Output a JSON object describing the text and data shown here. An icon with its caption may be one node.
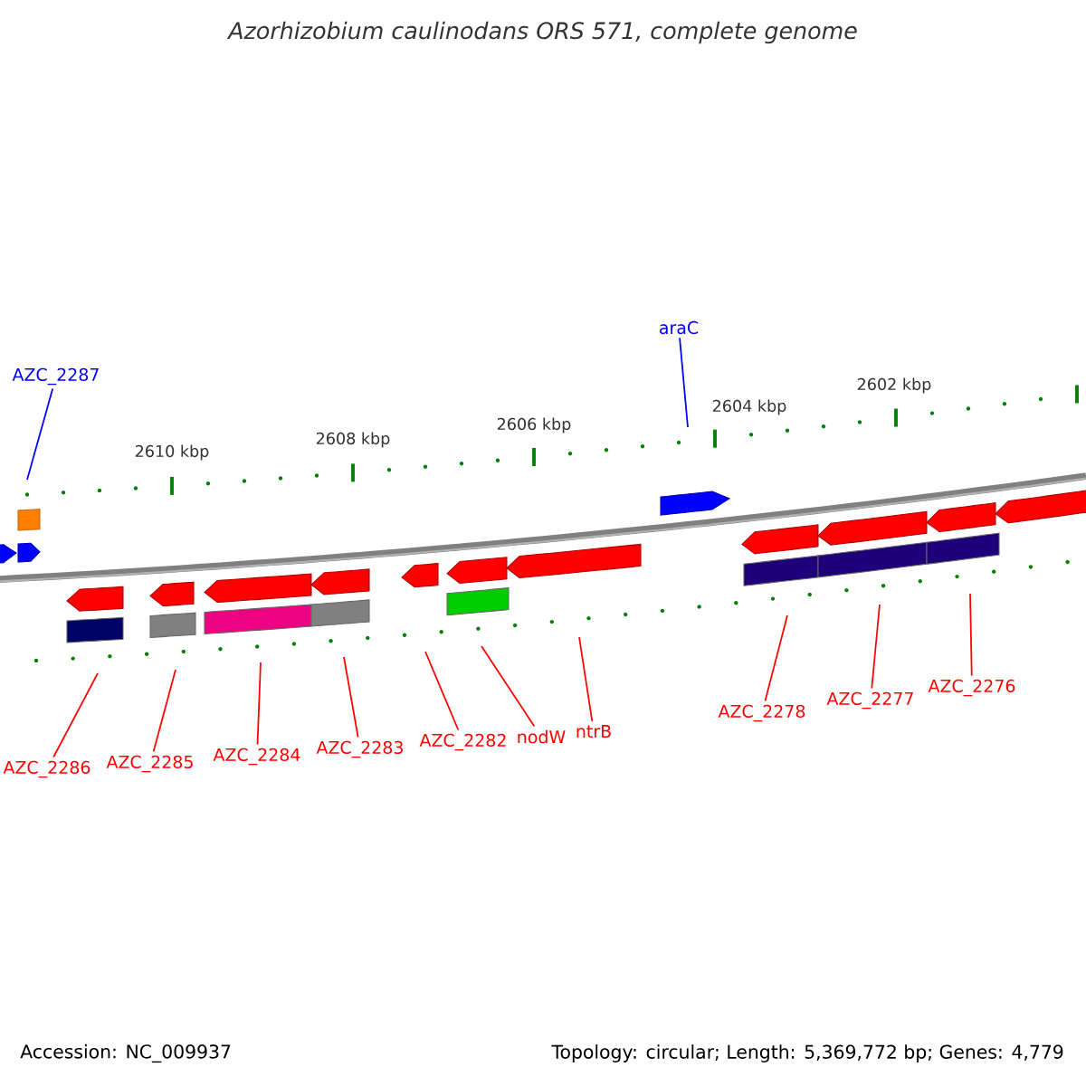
{
  "diagram": {
    "title": "Azorhizobium caulinodans ORS 571, complete genome",
    "nodes": [
      {
        "text": [
          "AZC_2287"
        ]
      },
      {
        "text": [
          "araC"
        ]
      },
      {
        "text": [
          "AZC_2286"
        ]
      },
      {
        "text": [
          "AZC_2285"
        ]
      },
      {
        "text": [
          "AZC_2284"
        ]
      },
      {
        "text": [
          "AZC_2283"
        ]
      },
      {
        "text": [
          "AZC_2282"
        ]
      },
      {
        "text": [
          "nodW"
        ]
      },
      {
        "text": [
          "ntrB"
        ]
      },
      {
        "text": [
          "AZC_2278"
        ]
      },
      {
        "text": [
          "AZC_2277"
        ]
      },
      {
        "text": [
          "AZC_2276"
        ]
      }
    ],
    "edges": [
      {
        "from": 0,
        "to": null,
        "arrow": "none",
        "color": "#0000ff"
      },
      {
        "from": 1,
        "to": null,
        "arrow": "none",
        "color": "#0000ff"
      },
      {
        "from": 2,
        "to": null,
        "arrow": "none"
      },
      {
        "from": 3,
        "to": null,
        "arrow": "none"
      },
      {
        "from": 4,
        "to": null,
        "arrow": "none"
      },
      {
        "from": 5,
        "to": null,
        "arrow": "none"
      },
      {
        "from": 6,
        "to": null,
        "arrow": "none"
      },
      {
        "from": 7,
        "to": null,
        "arrow": "none"
      },
      {
        "from": 8,
        "to": null,
        "arrow": "none"
      },
      {
        "from": 9,
        "to": null,
        "arrow": "none"
      },
      {
        "from": 10,
        "to": null,
        "arrow": "none"
      },
      {
        "from": 11,
        "to": null,
        "arrow": "none"
      }
    ],
    "labels": [
      "2610 kbp",
      "2608 kbp",
      "2606 kbp",
      "2604 kbp",
      "2602 kbp",
      "Accession: NC_009937",
      "Topology: circular; Length: 5,369,772 bp; Genes: 4,779"
    ]
  }
}
